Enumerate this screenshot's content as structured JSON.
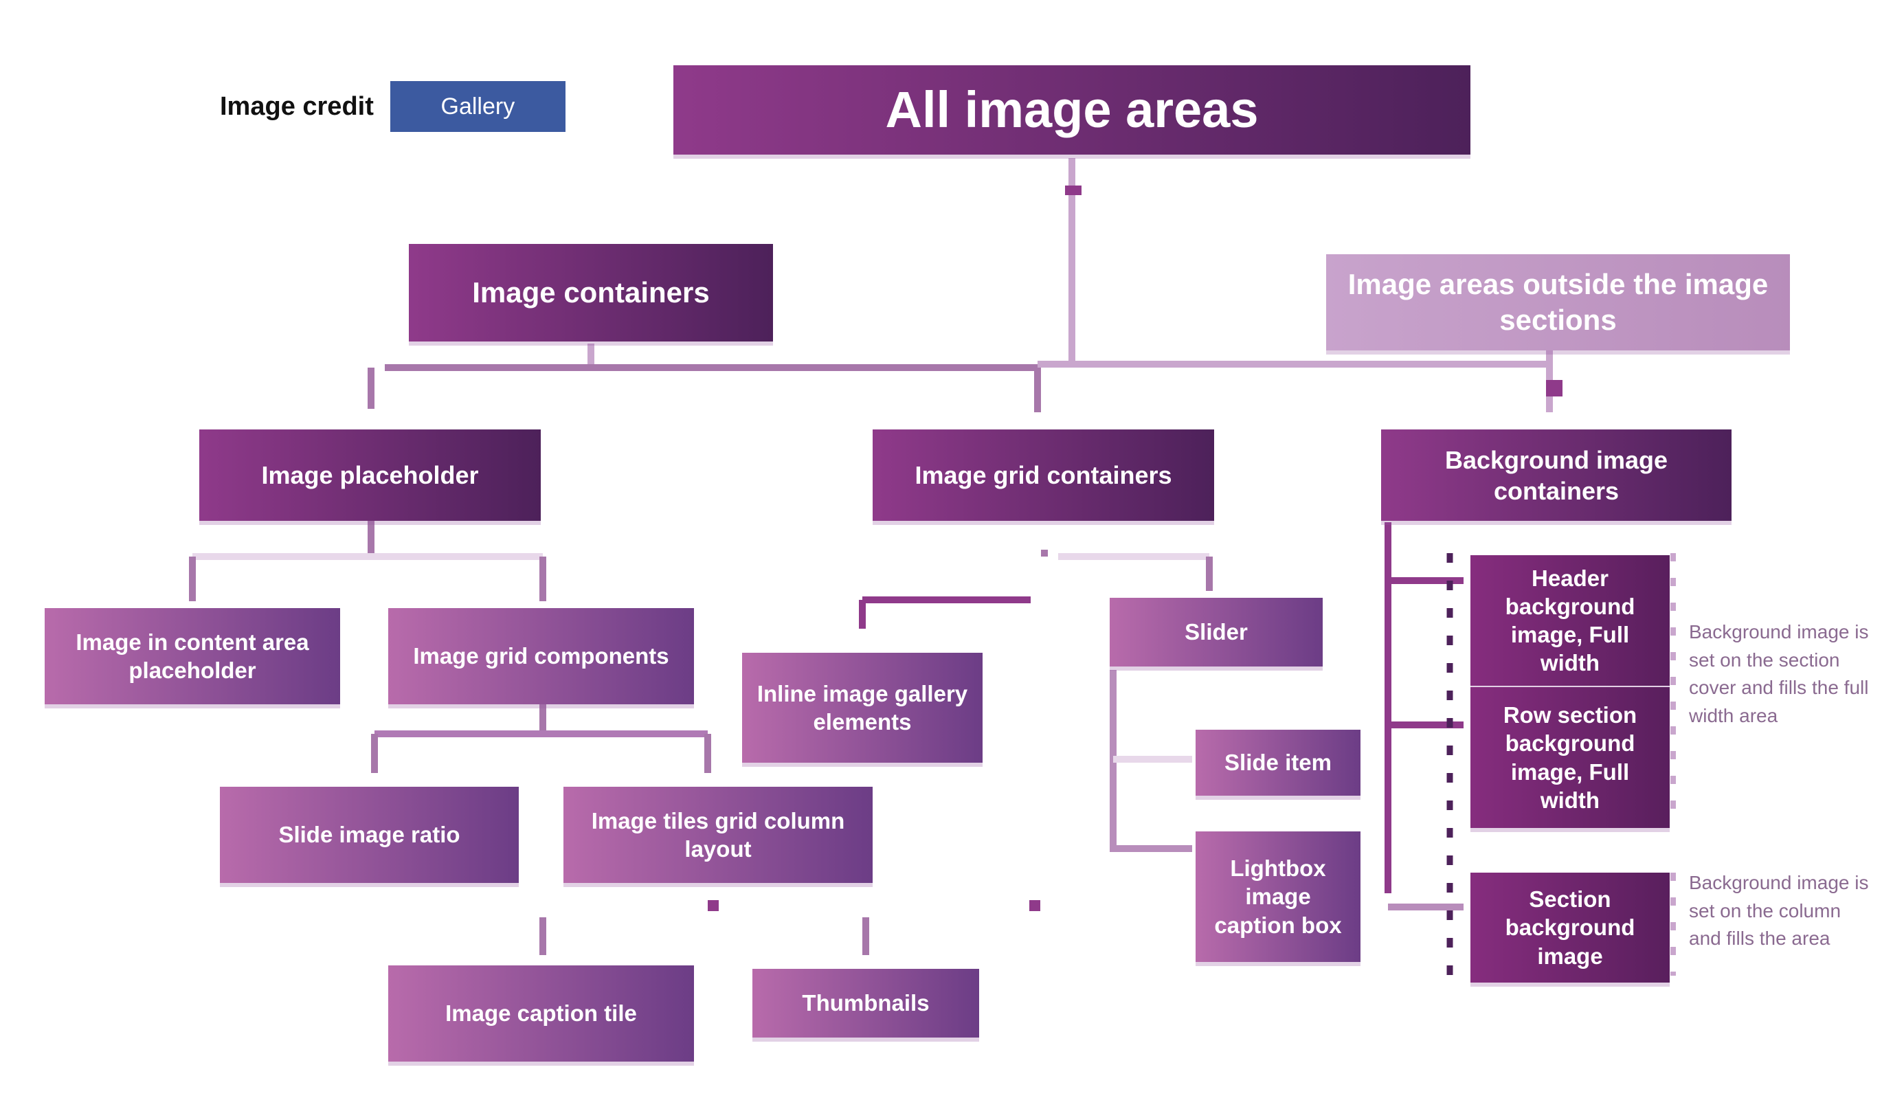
{
  "attribution": {
    "text": "Image credit",
    "badge": "Gallery"
  },
  "diagram": {
    "title": "All image areas",
    "nodes": {
      "left_root": "Image containers",
      "right_root": "Image areas outside the image sections",
      "b1": "Image placeholder",
      "b2": "Image grid containers",
      "b3": "Background image containers",
      "c1": "Image in content area placeholder",
      "c2": "Image grid components",
      "c3": "Inline image gallery elements",
      "c4": "Slider",
      "d1": "Slide image ratio",
      "d2": "Image tiles grid column layout",
      "d3": "Slide item",
      "d4": "Lightbox image caption box",
      "e1": "Image caption tile",
      "e2": "Thumbnails",
      "r1": "Header background image, Full width",
      "r2": "Row section background image, Full width",
      "r3": "Section background image"
    },
    "notes": {
      "n1": "Background image is set on the section cover and fills the full width area",
      "n2": "Background image is set on the column and fills the area"
    }
  }
}
